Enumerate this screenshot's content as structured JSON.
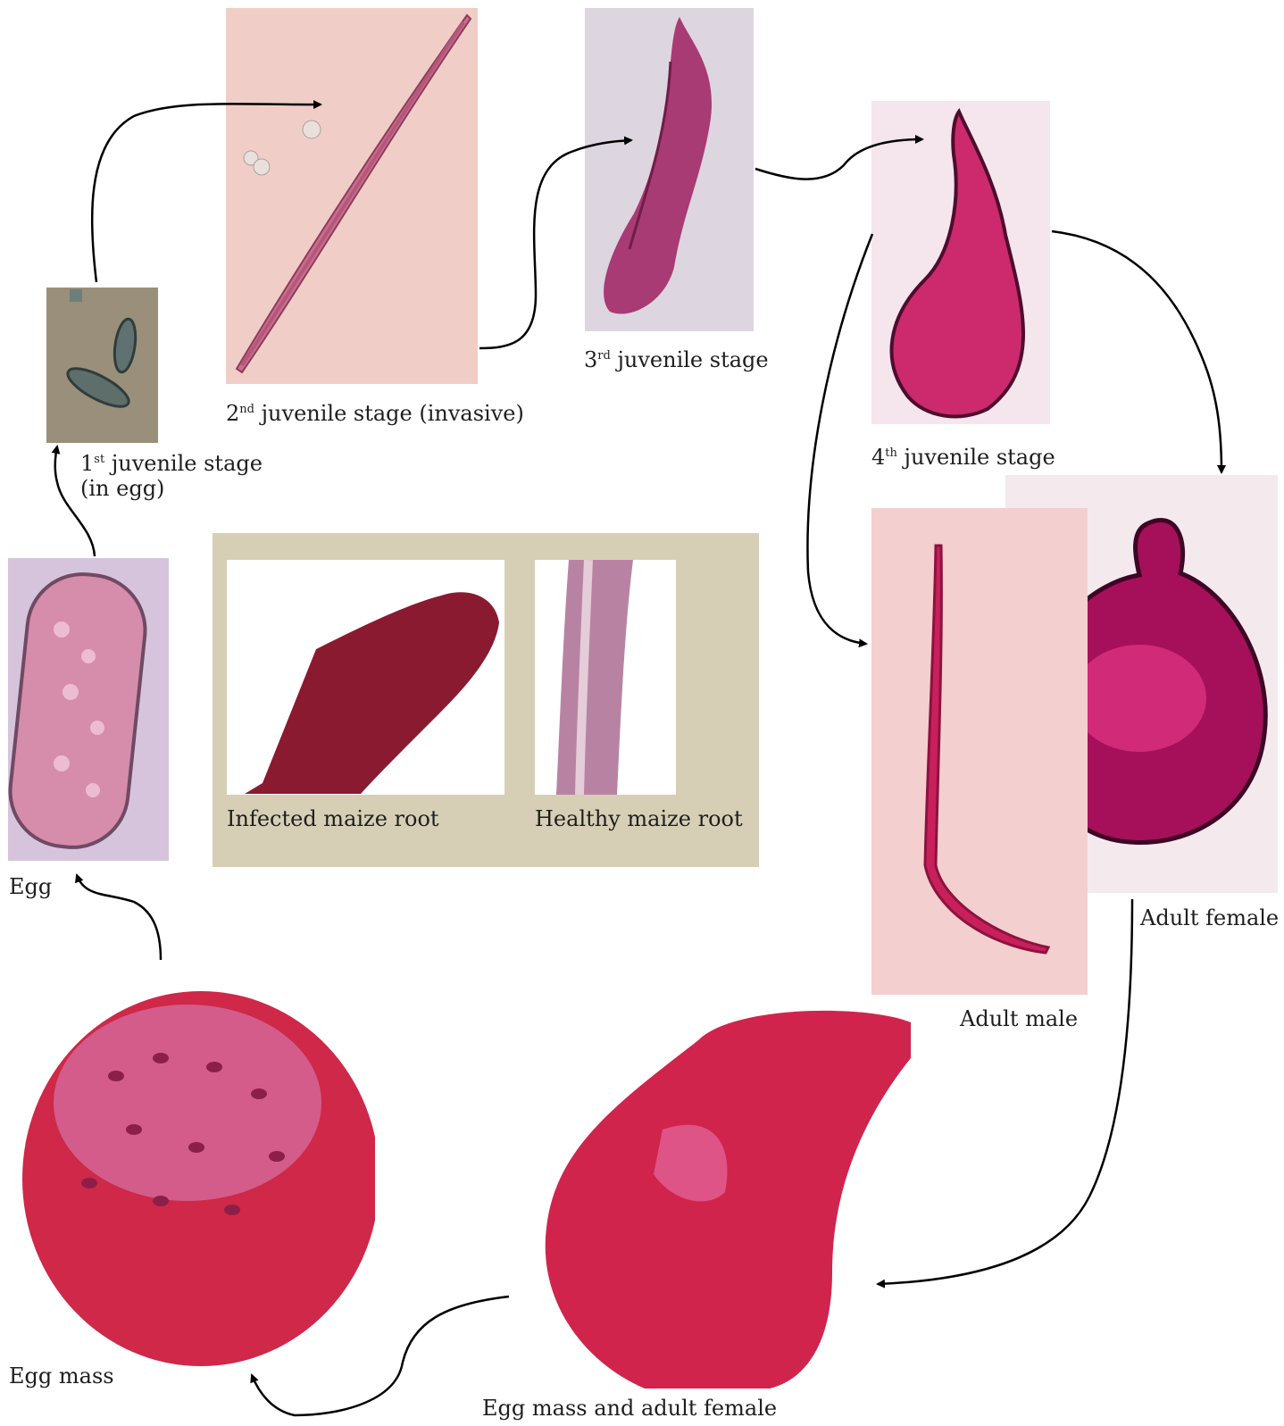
{
  "stages": {
    "j1": {
      "num": "1",
      "sup": "st",
      "rest": " juvenile stage",
      "line2": "(in egg)"
    },
    "j2": {
      "num": "2",
      "sup": "nd",
      "rest": " juvenile stage (invasive)"
    },
    "j3": {
      "num": "3",
      "sup": "rd",
      "rest": " juvenile stage"
    },
    "j4": {
      "num": "4",
      "sup": "th",
      "rest": " juvenile stage"
    },
    "adult_female": "Adult female",
    "adult_male": "Adult male",
    "egg_mass_female": "Egg mass and adult female",
    "egg_mass": "Egg mass",
    "egg": "Egg"
  },
  "inset": {
    "infected": "Infected maize root",
    "healthy": "Healthy maize root"
  },
  "colors": {
    "stain": "#c8205a",
    "dark_stain": "#7a0f3a",
    "inset_bg": "#d6cfb6",
    "arrow": "#000000"
  }
}
